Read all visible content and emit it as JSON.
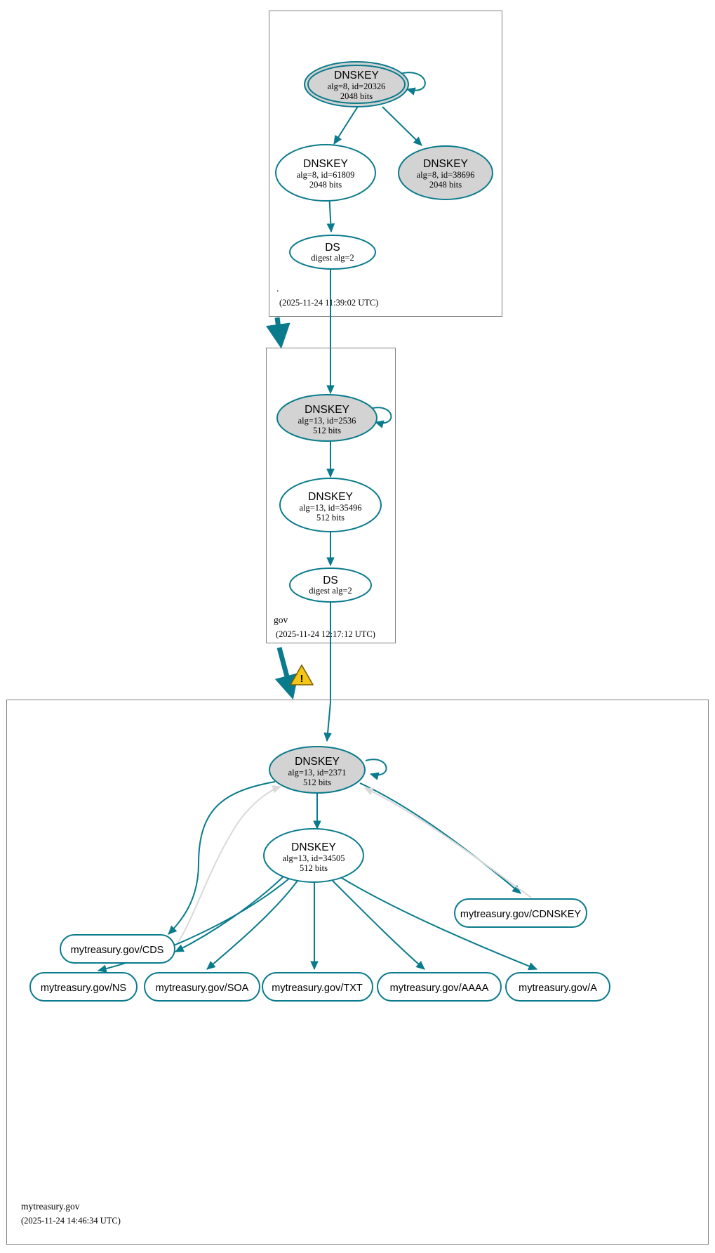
{
  "diagram": {
    "type": "dnssec-authentication-chain",
    "zones": [
      {
        "id": "root",
        "label": ".",
        "timestamp": "(2025-11-24 11:39:02 UTC)",
        "nodes": [
          {
            "id": "root-ksk",
            "kind": "DNSKEY",
            "title": "DNSKEY",
            "line2": "alg=8, id=20326",
            "line3": "2048 bits",
            "style": "gray-double",
            "self_signed": true
          },
          {
            "id": "root-zsk",
            "kind": "DNSKEY",
            "title": "DNSKEY",
            "line2": "alg=8, id=61809",
            "line3": "2048 bits",
            "style": "white",
            "self_signed": false
          },
          {
            "id": "root-key-38696",
            "kind": "DNSKEY",
            "title": "DNSKEY",
            "line2": "alg=8, id=38696",
            "line3": "2048 bits",
            "style": "gray",
            "self_signed": false
          },
          {
            "id": "root-ds",
            "kind": "DS",
            "title": "DS",
            "line2": "digest alg=2",
            "style": "white"
          }
        ]
      },
      {
        "id": "gov",
        "label": "gov",
        "timestamp": "(2025-11-24 12:17:12 UTC)",
        "nodes": [
          {
            "id": "gov-ksk",
            "kind": "DNSKEY",
            "title": "DNSKEY",
            "line2": "alg=13, id=2536",
            "line3": "512 bits",
            "style": "gray",
            "self_signed": true
          },
          {
            "id": "gov-zsk",
            "kind": "DNSKEY",
            "title": "DNSKEY",
            "line2": "alg=13, id=35496",
            "line3": "512 bits",
            "style": "white",
            "self_signed": false
          },
          {
            "id": "gov-ds",
            "kind": "DS",
            "title": "DS",
            "line2": "digest alg=2",
            "style": "white"
          }
        ]
      },
      {
        "id": "mytreasury",
        "label": "mytreasury.gov",
        "timestamp": "(2025-11-24 14:46:34 UTC)",
        "nodes": [
          {
            "id": "mt-ksk",
            "kind": "DNSKEY",
            "title": "DNSKEY",
            "line2": "alg=13, id=2371",
            "line3": "512 bits",
            "style": "gray",
            "self_signed": true
          },
          {
            "id": "mt-zsk",
            "kind": "DNSKEY",
            "title": "DNSKEY",
            "line2": "alg=13, id=34505",
            "line3": "512 bits",
            "style": "white",
            "self_signed": false
          }
        ],
        "records": [
          {
            "id": "rr-cdnskey",
            "label": "mytreasury.gov/CDNSKEY"
          },
          {
            "id": "rr-cds",
            "label": "mytreasury.gov/CDS"
          },
          {
            "id": "rr-ns",
            "label": "mytreasury.gov/NS"
          },
          {
            "id": "rr-soa",
            "label": "mytreasury.gov/SOA"
          },
          {
            "id": "rr-txt",
            "label": "mytreasury.gov/TXT"
          },
          {
            "id": "rr-aaaa",
            "label": "mytreasury.gov/AAAA"
          },
          {
            "id": "rr-a",
            "label": "mytreasury.gov/A"
          }
        ]
      }
    ],
    "warning": {
      "id": "delegation-warning",
      "glyph": "!",
      "title": "warning"
    },
    "colors": {
      "accent": "#0a7b8c",
      "node_fill_secure": "#d3d3d3",
      "node_fill_plain": "#ffffff",
      "zone_border": "#808080",
      "edge_insecure": "#d9d9d9",
      "warning_fill": "#f5c518",
      "warning_stroke": "#7a6000"
    }
  }
}
